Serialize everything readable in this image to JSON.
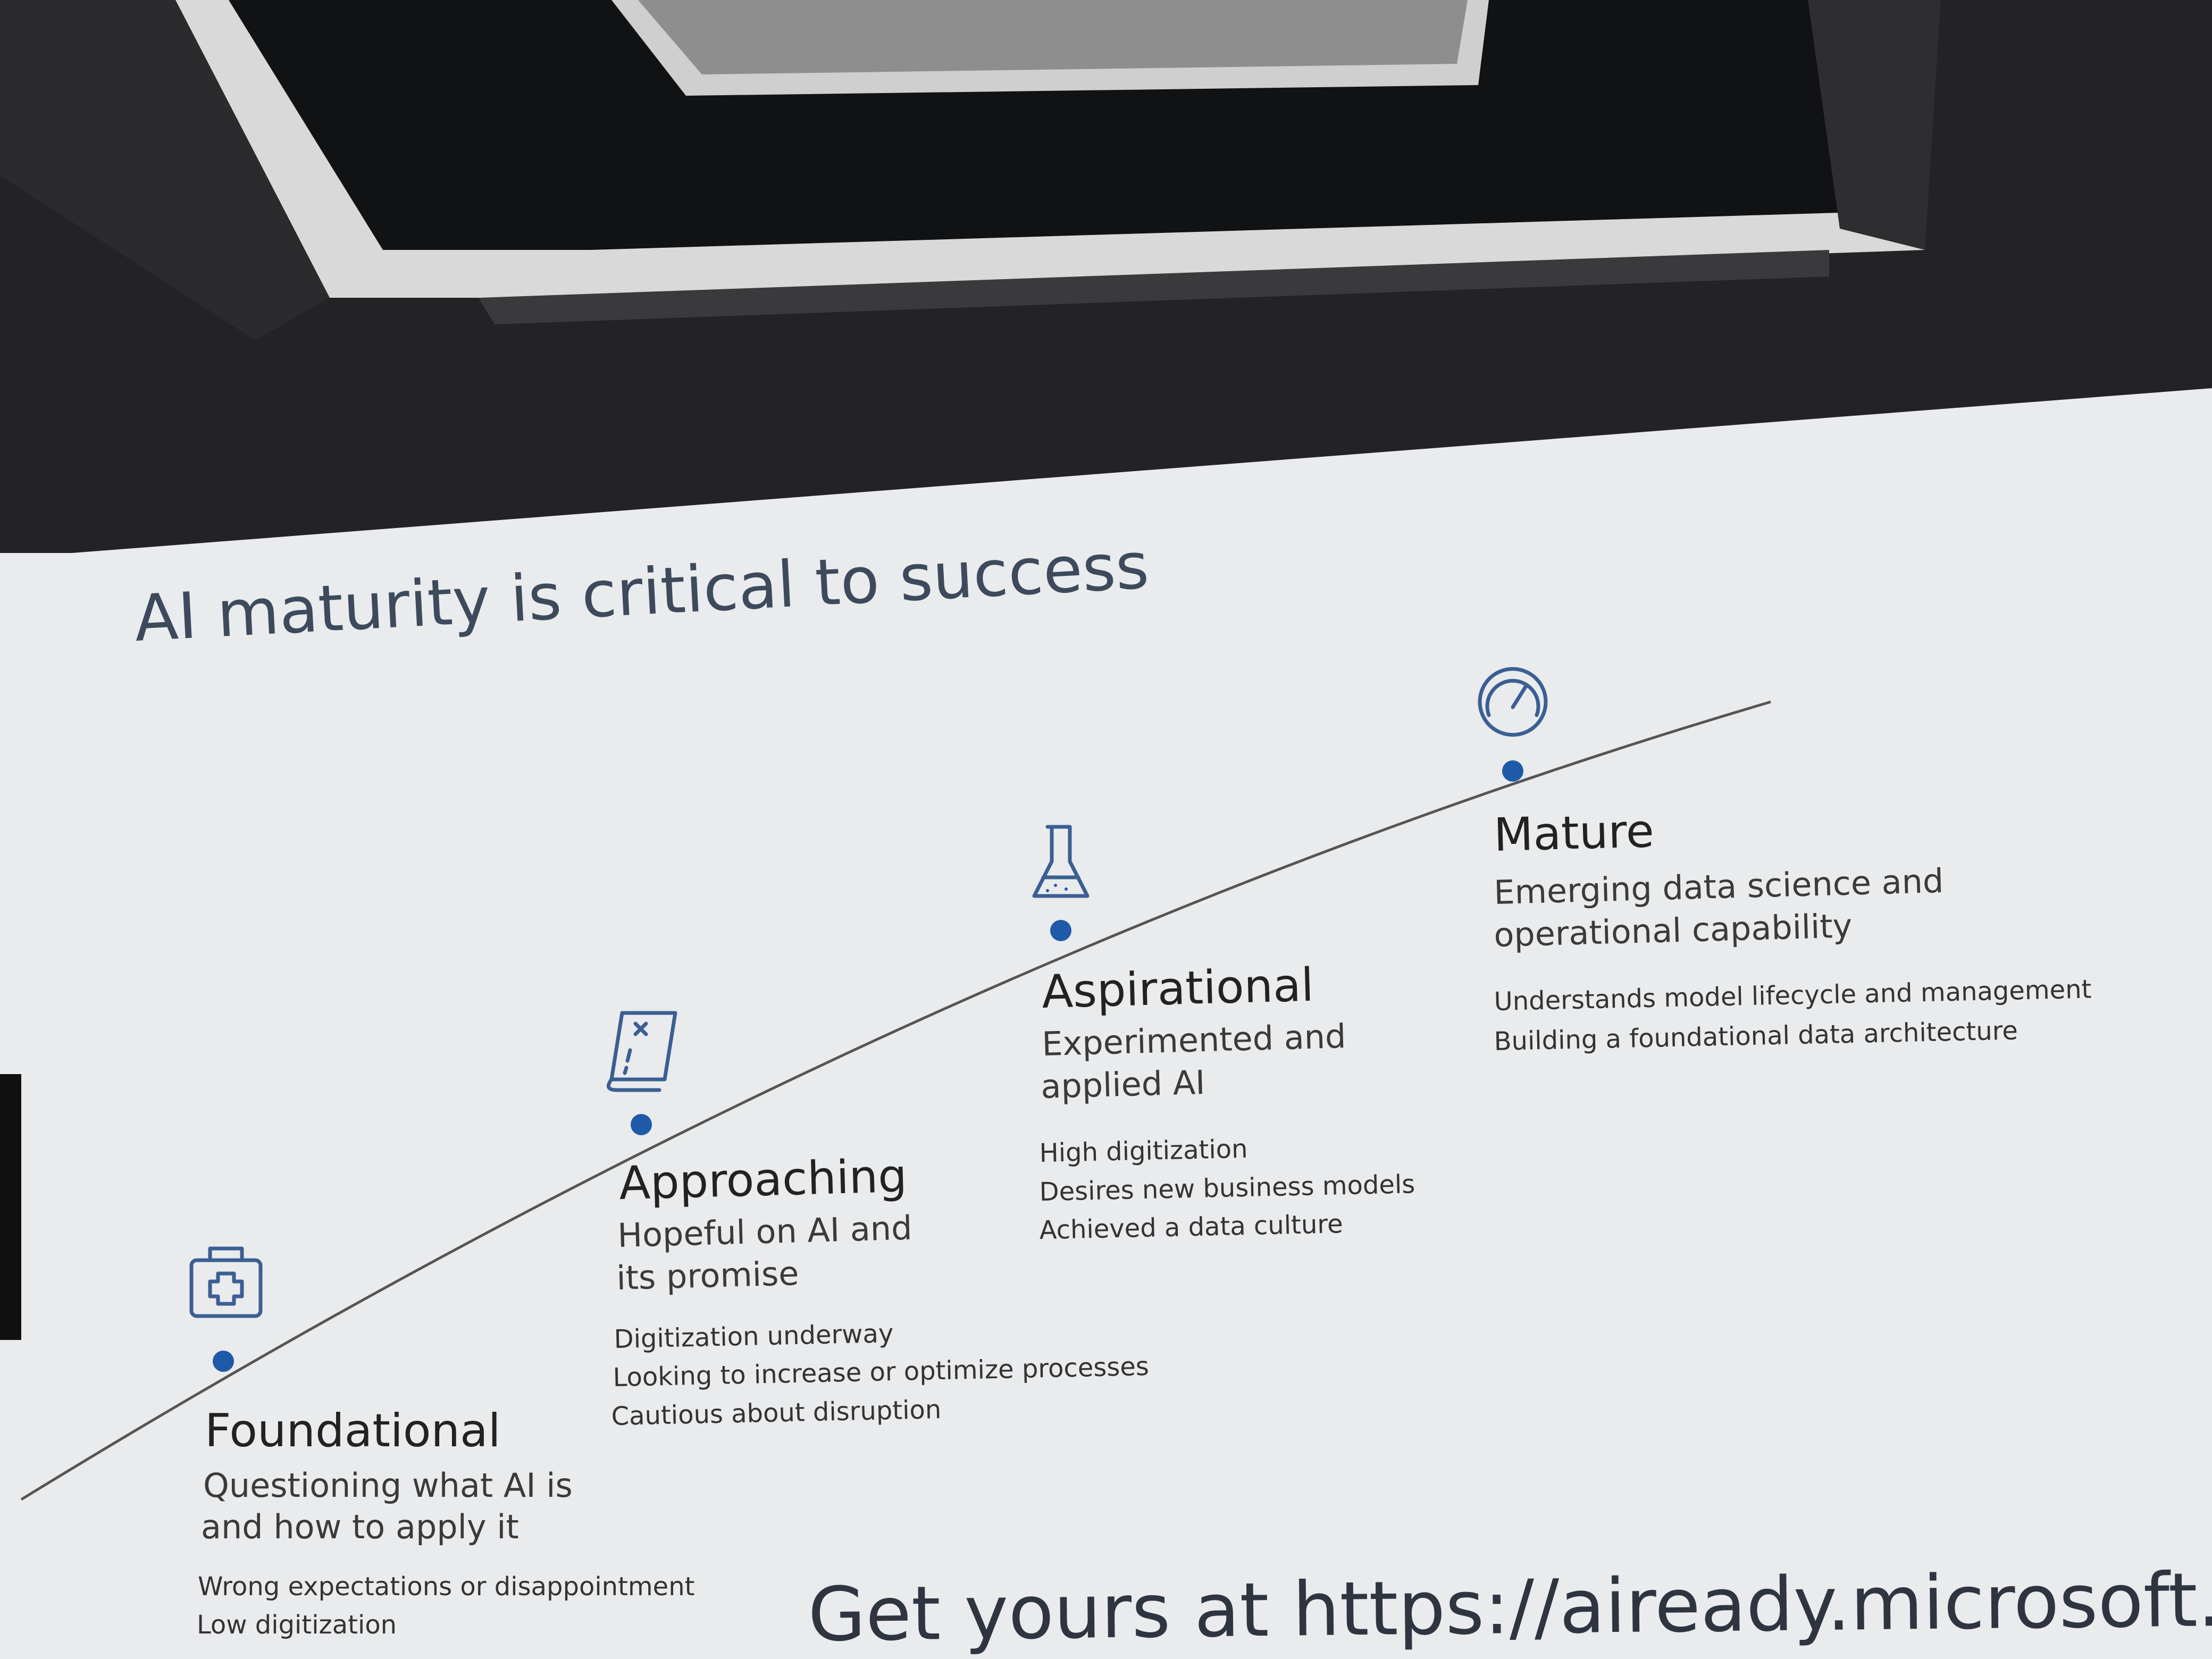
{
  "slide": {
    "title": "AI maturity is critical to success",
    "footer": "Get yours at https://aiready.microsoft.com",
    "accent_color": "#1f5aa8",
    "stages": [
      {
        "icon": "first-aid-kit-icon",
        "name": "Foundational",
        "subtitle": [
          "Questioning what AI is",
          "and how to apply it"
        ],
        "bullets": [
          "Wrong expectations or disappointment",
          "Low digitization"
        ]
      },
      {
        "icon": "treasure-map-icon",
        "name": "Approaching",
        "subtitle": [
          "Hopeful on AI and",
          "its promise"
        ],
        "bullets": [
          "Digitization underway",
          "Looking to increase or optimize processes",
          "Cautious about disruption"
        ]
      },
      {
        "icon": "lab-flask-icon",
        "name": "Aspirational",
        "subtitle": [
          "Experimented and",
          "applied AI"
        ],
        "bullets": [
          "High digitization",
          "Desires new business models",
          "Achieved a data culture"
        ]
      },
      {
        "icon": "speedometer-icon",
        "name": "Mature",
        "subtitle": [
          "Emerging data science and",
          "operational capability"
        ],
        "bullets": [
          "Understands model lifecycle and management",
          "Building a foundational data architecture"
        ]
      }
    ]
  }
}
